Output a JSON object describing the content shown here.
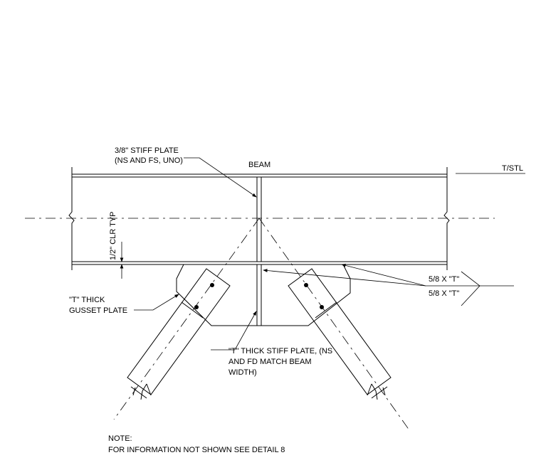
{
  "labels": {
    "stiff_plate_line1": "3/8\" STIFF PLATE",
    "stiff_plate_line2": "(NS AND FS, UNO)",
    "beam": "BEAM",
    "top_of_steel": "T/STL",
    "clearance": "1/2\" CLR TYP",
    "weld_upper": "5/8 X \"T\"",
    "weld_lower": "5/8 X \"T\"",
    "gusset_line1": "\"T\" THICK",
    "gusset_line2": "GUSSET PLATE",
    "t_stiff_line1": "\"T\" THICK STIFF PLATE, (NS",
    "t_stiff_line2": "AND FD MATCH BEAM",
    "t_stiff_line3": "WIDTH)",
    "note_title": "NOTE:",
    "note_body": "FOR INFORMATION NOT SHOWN SEE DETAIL 8"
  }
}
